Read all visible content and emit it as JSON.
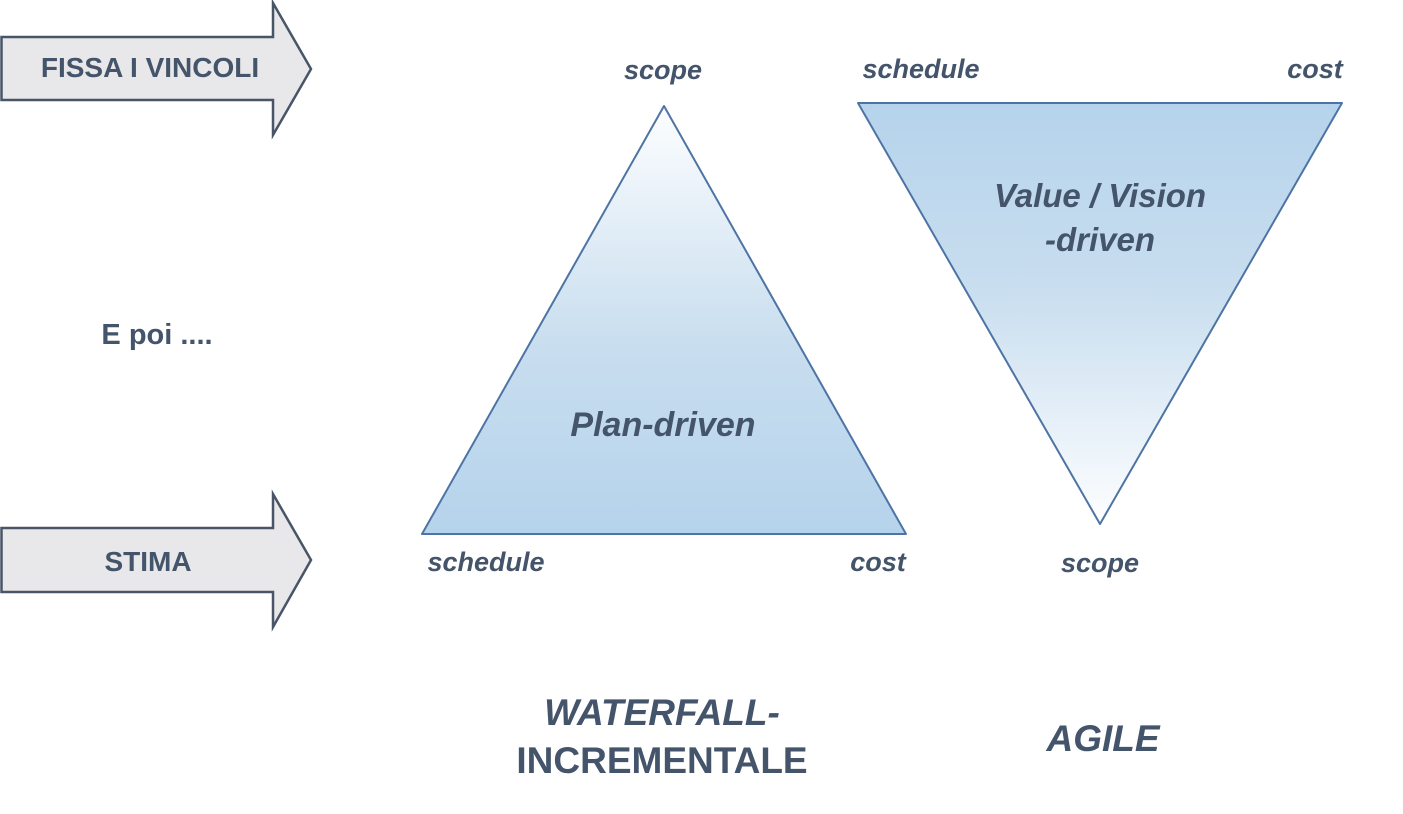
{
  "slide": {
    "background": "#ffffff"
  },
  "colors": {
    "background": "#ffffff",
    "text": "#44546a",
    "triangle_border": "#4d74a4",
    "triangle_fill_strong": "#b5d3ec",
    "triangle_fill_mid": "#c9deef",
    "triangle_fill_light": "#fdfeff",
    "arrow_fill": "#e8e7e9",
    "arrow_border": "#485568"
  },
  "left_column": {
    "top_arrow_label": "FISSA I VINCOLI",
    "middle_note": "E poi ....",
    "bottom_arrow_label": "STIMA"
  },
  "plan_driven_triangle": {
    "top_vertex_label": "scope",
    "bottom_left_vertex_label": "schedule",
    "bottom_right_vertex_label": "cost",
    "center_label": "Plan-driven",
    "caption_line1": "WATERFALL-",
    "caption_line2": "INCREMENTALE"
  },
  "value_driven_triangle": {
    "top_left_vertex_label": "schedule",
    "top_right_vertex_label": "cost",
    "bottom_vertex_label": "scope",
    "center_label_line1": "Value / Vision",
    "center_label_line2": "-driven",
    "caption": "AGILE"
  }
}
